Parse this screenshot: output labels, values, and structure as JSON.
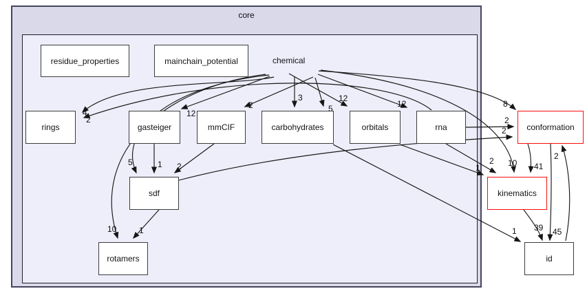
{
  "diagram": {
    "clusters": [
      {
        "id": "core",
        "label": "core"
      },
      {
        "id": "chemical",
        "label": "chemical"
      }
    ],
    "nodes": [
      {
        "id": "residue_properties",
        "label": "residue_properties",
        "style": "plain"
      },
      {
        "id": "mainchain_potential",
        "label": "mainchain_potential",
        "style": "plain"
      },
      {
        "id": "rings",
        "label": "rings",
        "style": "plain"
      },
      {
        "id": "gasteiger",
        "label": "gasteiger",
        "style": "plain"
      },
      {
        "id": "mmCIF",
        "label": "mmCIF",
        "style": "plain"
      },
      {
        "id": "carbohydrates",
        "label": "carbohydrates",
        "style": "plain"
      },
      {
        "id": "orbitals",
        "label": "orbitals",
        "style": "plain"
      },
      {
        "id": "rna",
        "label": "rna",
        "style": "plain"
      },
      {
        "id": "sdf",
        "label": "sdf",
        "style": "plain"
      },
      {
        "id": "rotamers",
        "label": "rotamers",
        "style": "plain"
      },
      {
        "id": "conformation",
        "label": "conformation",
        "style": "red"
      },
      {
        "id": "kinematics",
        "label": "kinematics",
        "style": "red"
      },
      {
        "id": "id",
        "label": "id",
        "style": "plain"
      }
    ],
    "edges": [
      {
        "from": "chemical",
        "to": "rings",
        "label": "4"
      },
      {
        "from": "rna",
        "to": "rings",
        "label": "2"
      },
      {
        "from": "chemical",
        "to": "gasteiger",
        "label": "12"
      },
      {
        "from": "chemical",
        "to": "mmCIF",
        "label": "2"
      },
      {
        "from": "chemical",
        "to": "carbohydrates",
        "label": "3"
      },
      {
        "from": "chemical",
        "to": "carbohydrates",
        "label": "5"
      },
      {
        "from": "chemical",
        "to": "orbitals",
        "label": "12"
      },
      {
        "from": "chemical",
        "to": "rna",
        "label": "12"
      },
      {
        "from": "chemical",
        "to": "conformation",
        "label": "8"
      },
      {
        "from": "chemical",
        "to": "kinematics",
        "label": "10"
      },
      {
        "from": "chemical",
        "to": "sdf",
        "label": "5"
      },
      {
        "from": "chemical",
        "to": "rotamers",
        "label": "10"
      },
      {
        "from": "gasteiger",
        "to": "sdf",
        "label": "1"
      },
      {
        "from": "mmCIF",
        "to": "sdf",
        "label": "2"
      },
      {
        "from": "sdf",
        "to": "rotamers",
        "label": "1"
      },
      {
        "from": "sdf",
        "to": "conformation",
        "label": "2"
      },
      {
        "from": "rna",
        "to": "conformation",
        "label": "2"
      },
      {
        "from": "rna",
        "to": "kinematics",
        "label": "2"
      },
      {
        "from": "orbitals",
        "to": "kinematics",
        "label": "1"
      },
      {
        "from": "carbohydrates",
        "to": "id",
        "label": "1"
      },
      {
        "from": "conformation",
        "to": "kinematics",
        "label": "41"
      },
      {
        "from": "conformation",
        "to": "id",
        "label": "45"
      },
      {
        "from": "kinematics",
        "to": "id",
        "label": "39"
      },
      {
        "from": "id",
        "to": "conformation",
        "label": "2"
      }
    ],
    "colors": {
      "outer_cluster_fill": "#d9d9e9",
      "inner_cluster_fill": "#eeeefa",
      "node_fill": "#ffffff",
      "node_border": "#3c3c3c",
      "external_node_border": "#fb0d0c",
      "edge": "#161616"
    }
  }
}
